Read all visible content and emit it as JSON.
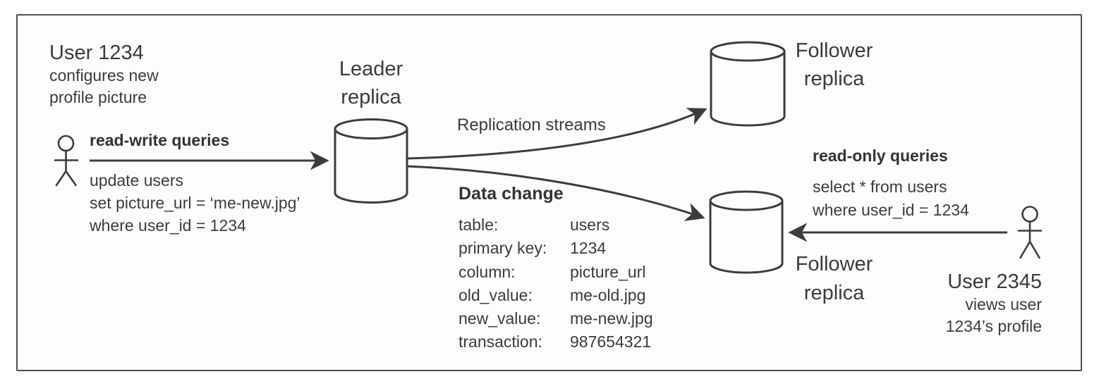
{
  "colors": {
    "ink": "#3c3c3c",
    "panel_background": "#fdfdfd",
    "border": "#4e4e4e"
  },
  "left_user": {
    "title": "User 1234",
    "subtitle_lines": [
      "configures new",
      "profile picture"
    ]
  },
  "write_path": {
    "label": "read-write queries",
    "query_lines": [
      "update users",
      "set picture_url = ‘me-new.jpg’",
      "where user_id = 1234"
    ]
  },
  "leader": {
    "name_lines": [
      "Leader",
      "replica"
    ]
  },
  "replication": {
    "label": "Replication streams"
  },
  "data_change": {
    "heading": "Data change",
    "rows": [
      {
        "key": "table:",
        "value": "users"
      },
      {
        "key": "primary key:",
        "value": "1234"
      },
      {
        "key": "column:",
        "value": "picture_url"
      },
      {
        "key": "old_value:",
        "value": "me-old.jpg"
      },
      {
        "key": "new_value:",
        "value": "me-new.jpg"
      },
      {
        "key": "transaction:",
        "value": "987654321"
      }
    ]
  },
  "follower_top": {
    "name_lines": [
      "Follower",
      "replica"
    ]
  },
  "follower_bottom": {
    "name_lines": [
      "Follower",
      "replica"
    ]
  },
  "read_path": {
    "label": "read-only queries",
    "query_lines": [
      "select * from users",
      "where user_id = 1234"
    ]
  },
  "right_user": {
    "title": "User 2345",
    "subtitle_lines": [
      "views user",
      "1234’s profile"
    ]
  }
}
